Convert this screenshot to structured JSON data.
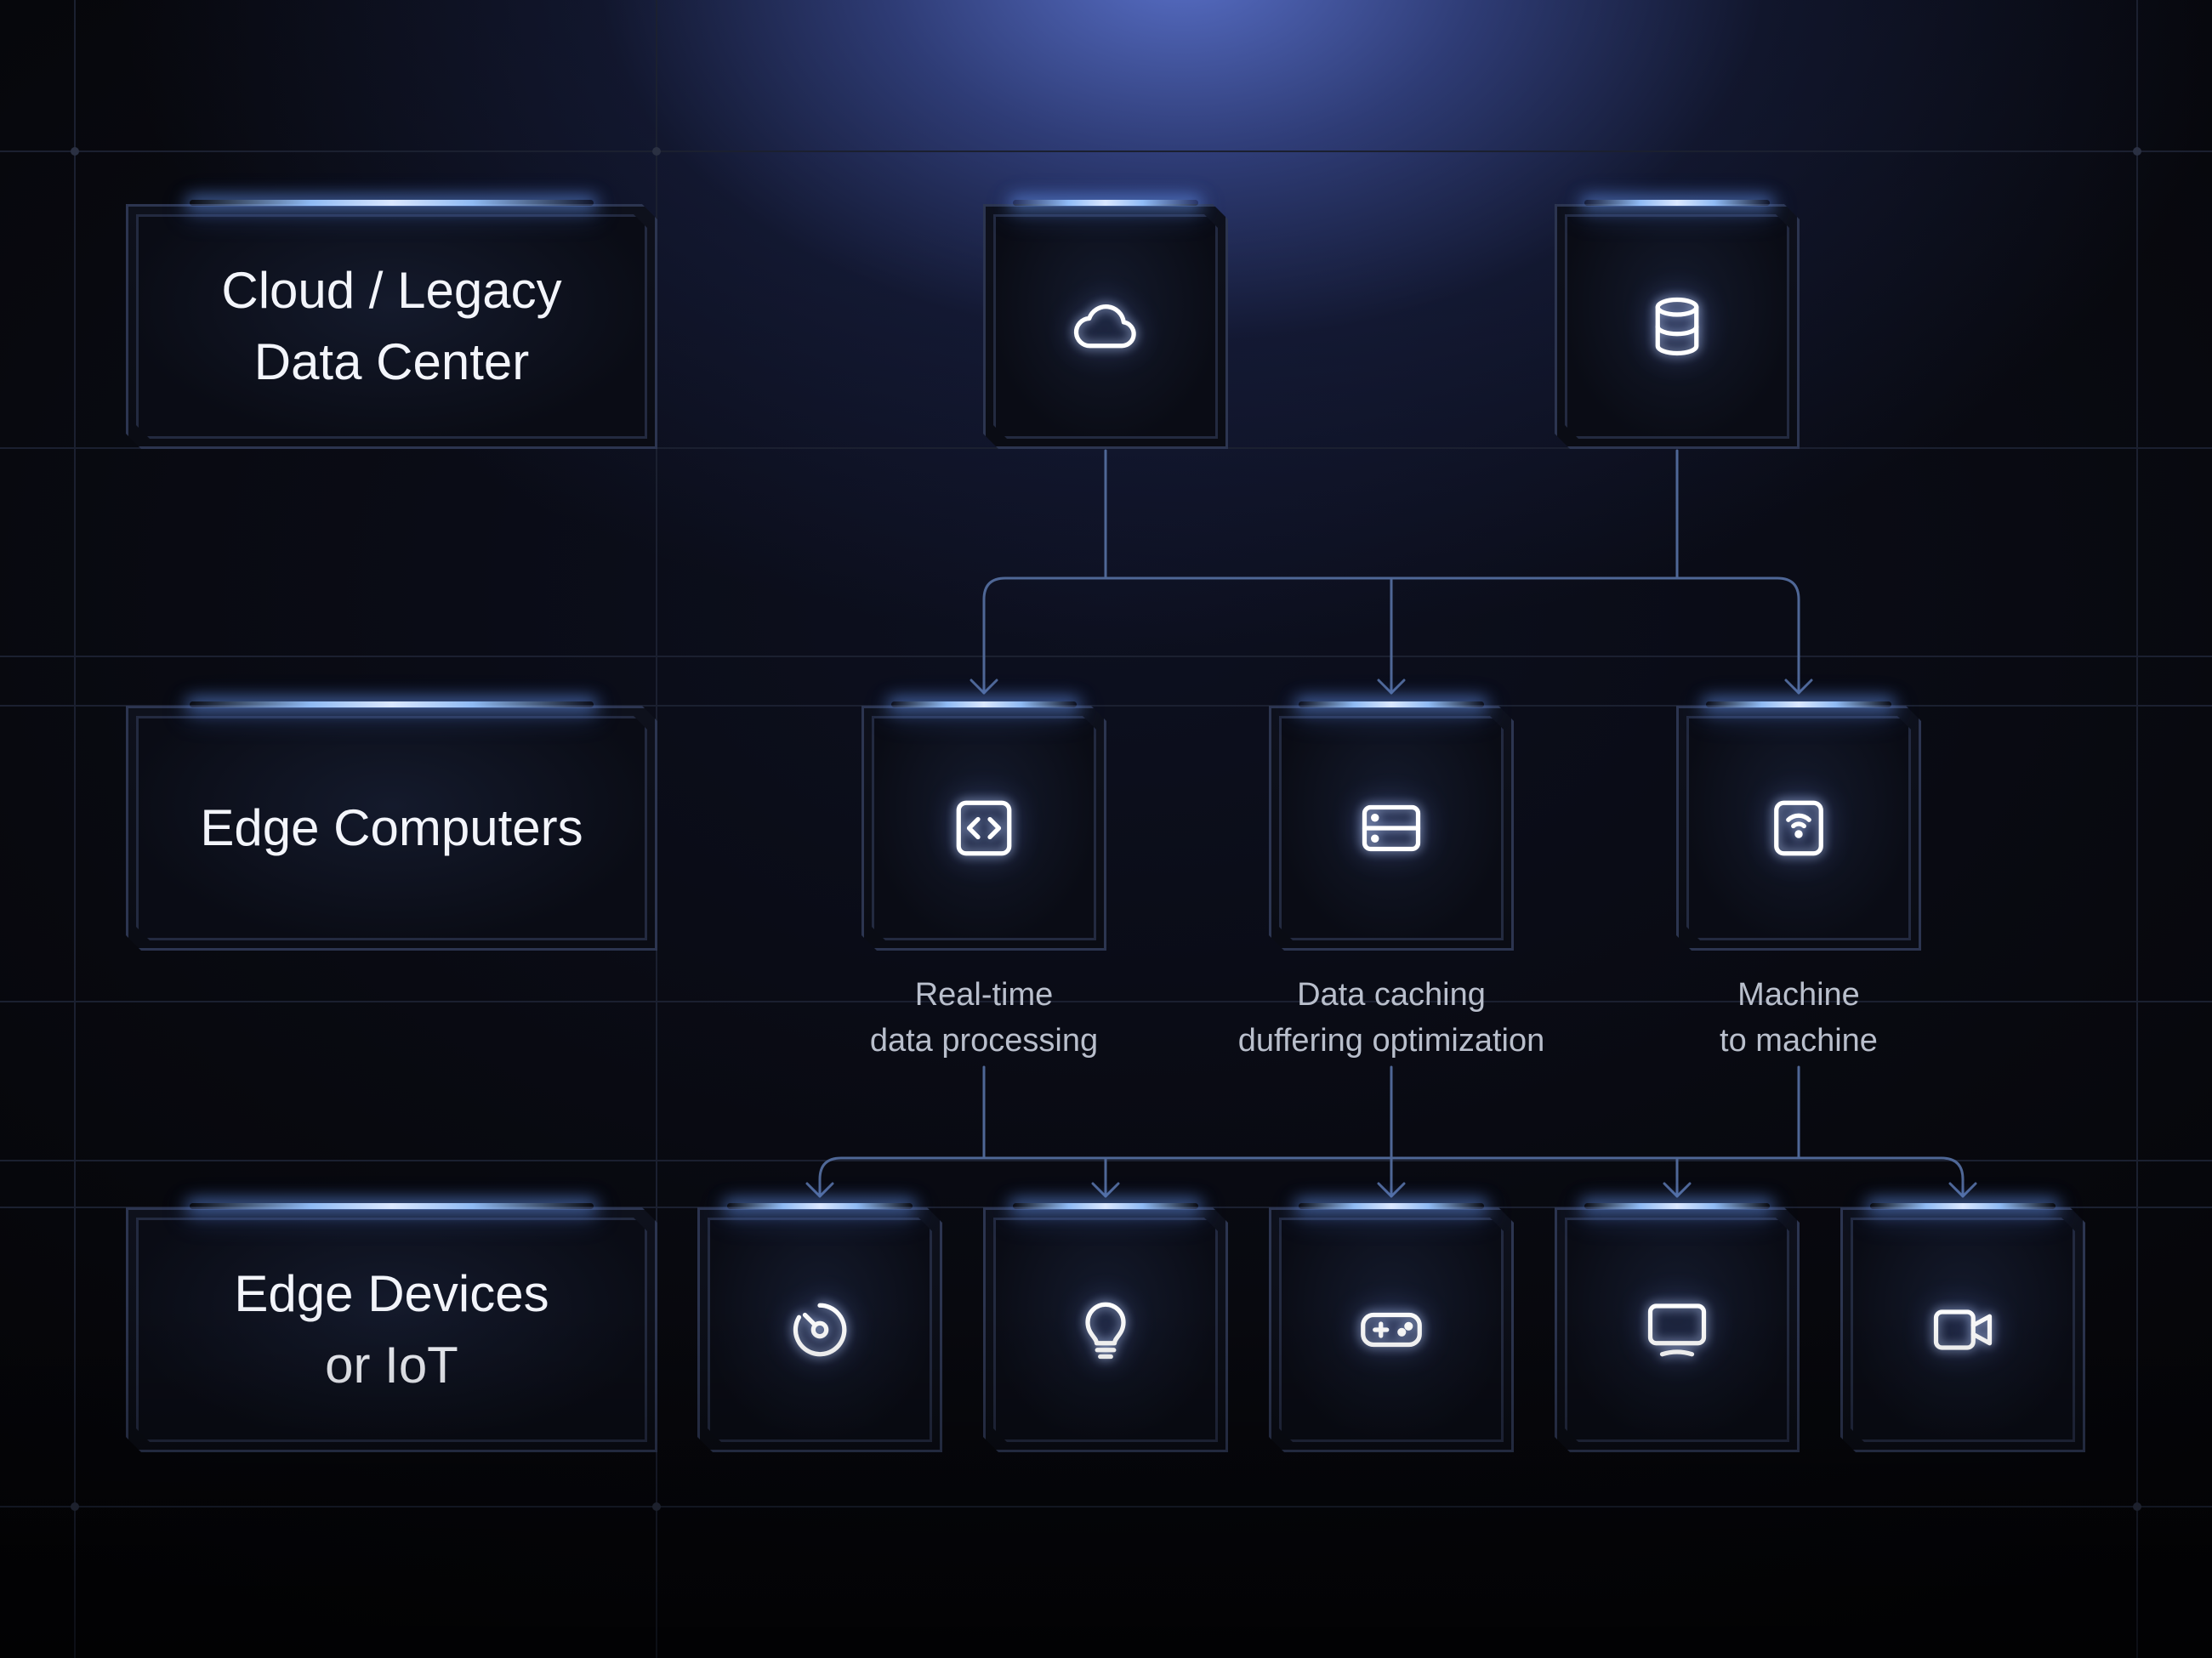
{
  "levels": {
    "cloud": "Cloud / Legacy\nData Center",
    "edge_computers": "Edge Computers",
    "edge_devices": "Edge Devices\nor IoT"
  },
  "captions": {
    "realtime": "Real-time\ndata processing",
    "caching": "Data caching\nduffering optimization",
    "m2m": "Machine\nto machine"
  },
  "icons": {
    "cloud_tier": [
      "cloud-icon",
      "database-icon"
    ],
    "edge_computer_tier": [
      "code-icon",
      "server-icon",
      "wifi-device-icon"
    ],
    "device_tier": [
      "sensor-gauge-icon",
      "lightbulb-icon",
      "gamepad-icon",
      "monitor-icon",
      "video-camera-icon"
    ]
  },
  "colors": {
    "accent_glow": "#9cc2ff",
    "connector": "#4f6796",
    "text": "#f3f5fb",
    "caption": "#b9bfcc"
  }
}
